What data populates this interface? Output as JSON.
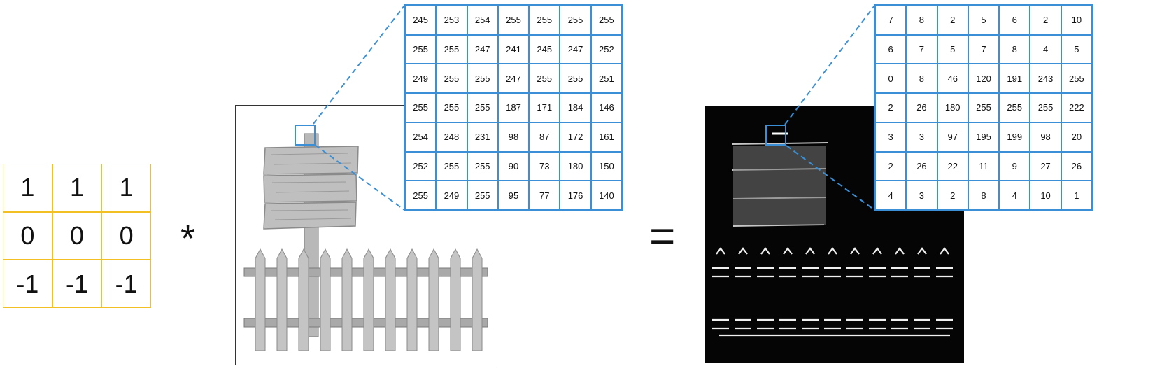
{
  "kernel": {
    "rows": [
      [
        "1",
        "1",
        "1"
      ],
      [
        "0",
        "0",
        "0"
      ],
      [
        "-1",
        "-1",
        "-1"
      ]
    ]
  },
  "operators": {
    "convolve": "*",
    "equals": "="
  },
  "input_patch": {
    "rows": [
      [
        "245",
        "253",
        "254",
        "255",
        "255",
        "255",
        "255"
      ],
      [
        "255",
        "255",
        "247",
        "241",
        "245",
        "247",
        "252"
      ],
      [
        "249",
        "255",
        "255",
        "247",
        "255",
        "255",
        "251"
      ],
      [
        "255",
        "255",
        "255",
        "187",
        "171",
        "184",
        "146"
      ],
      [
        "254",
        "248",
        "231",
        "98",
        "87",
        "172",
        "161"
      ],
      [
        "252",
        "255",
        "255",
        "90",
        "73",
        "180",
        "150"
      ],
      [
        "255",
        "249",
        "255",
        "95",
        "77",
        "176",
        "140"
      ]
    ]
  },
  "output_patch": {
    "rows": [
      [
        "7",
        "8",
        "2",
        "5",
        "6",
        "2",
        "10"
      ],
      [
        "6",
        "7",
        "5",
        "7",
        "8",
        "4",
        "5"
      ],
      [
        "0",
        "8",
        "46",
        "120",
        "191",
        "243",
        "255"
      ],
      [
        "2",
        "26",
        "180",
        "255",
        "255",
        "255",
        "222"
      ],
      [
        "3",
        "3",
        "97",
        "195",
        "199",
        "98",
        "20"
      ],
      [
        "2",
        "26",
        "22",
        "11",
        "9",
        "27",
        "26"
      ],
      [
        "4",
        "3",
        "2",
        "8",
        "4",
        "10",
        "1"
      ]
    ]
  },
  "colors": {
    "kernel_grid": "#f2c022",
    "zoom_grid": "#3a8fd6",
    "output_bg": "#050505"
  }
}
